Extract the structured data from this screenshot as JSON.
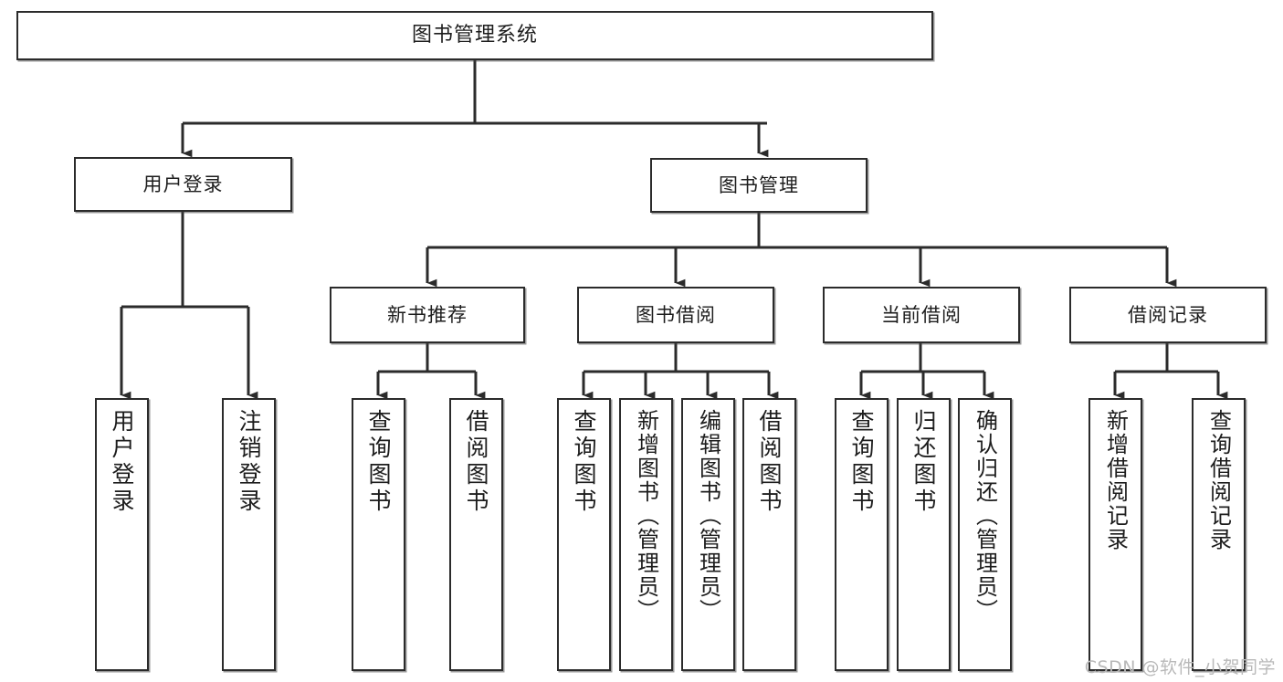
{
  "diagram": {
    "title": "图书管理系统",
    "type": "tree-hierarchy-diagram",
    "watermark": "CSDN @软件_小贺同学",
    "colors": {
      "box_border": "#2b2b2b",
      "box_fill": "#ffffff",
      "connector": "#2b2b2b",
      "text": "#1d1d1d",
      "watermark": "#b9b9b9",
      "background": "#ffffff"
    },
    "root": {
      "label": "图书管理系统"
    },
    "level1": [
      {
        "label": "用户登录"
      },
      {
        "label": "图书管理"
      }
    ],
    "level2": [
      {
        "label": "新书推荐"
      },
      {
        "label": "图书借阅"
      },
      {
        "label": "当前借阅"
      },
      {
        "label": "借阅记录"
      }
    ],
    "leaves": {
      "user_login": [
        {
          "label": "用户登录"
        },
        {
          "label": "注销登录"
        }
      ],
      "new_book_recommend": [
        {
          "label": "查询图书"
        },
        {
          "label": "借阅图书"
        }
      ],
      "book_borrow": [
        {
          "label": "查询图书"
        },
        {
          "label": "新增图书（管理员）"
        },
        {
          "label": "编辑图书（管理员）"
        },
        {
          "label": "借阅图书"
        }
      ],
      "current_borrow": [
        {
          "label": "查询图书"
        },
        {
          "label": "归还图书"
        },
        {
          "label": "确认归还（管理员）"
        }
      ],
      "borrow_record": [
        {
          "label": "新增借阅记录"
        },
        {
          "label": "查询借阅记录"
        }
      ]
    }
  }
}
